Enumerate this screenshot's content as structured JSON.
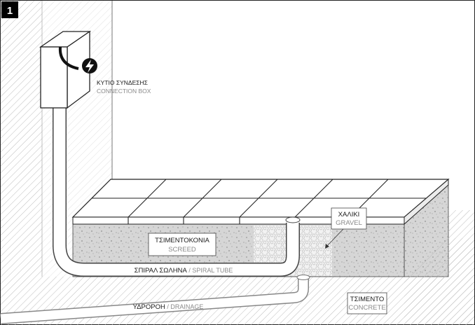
{
  "step_number": "1",
  "labels": {
    "connection_box": {
      "el": "ΚΥΤΙΟ ΣΥΝΔΕΣΗΣ",
      "en": "CONNECTION BOX"
    },
    "screed": {
      "el": "ΤΣΙΜΕΝΤΟΚΟΝΙΑ",
      "en": "SCREED"
    },
    "gravel": {
      "el": "ΧΑΛΙΚΙ",
      "en": "GRAVEL"
    },
    "spiral_tube": {
      "el": "ΣΠΙΡΑΛ ΣΩΛΗΝΑ",
      "sep": " / ",
      "en": "SPIRAL TUBE"
    },
    "drainage": {
      "el": "ΥΔΡΟΡΟΗ",
      "sep": " / ",
      "en": "DRAINAGE"
    },
    "concrete": {
      "el": "ΤΣΙΜΕΝΤΟ",
      "en": "CONCRETE"
    }
  },
  "icons": {
    "power": "lightning-bolt-icon"
  },
  "colors": {
    "ink": "#1a1a1a",
    "muted": "#8a8a8a",
    "hatch": "#bdbdbd",
    "screed": "#d4d4d4",
    "badge": "#000000"
  }
}
